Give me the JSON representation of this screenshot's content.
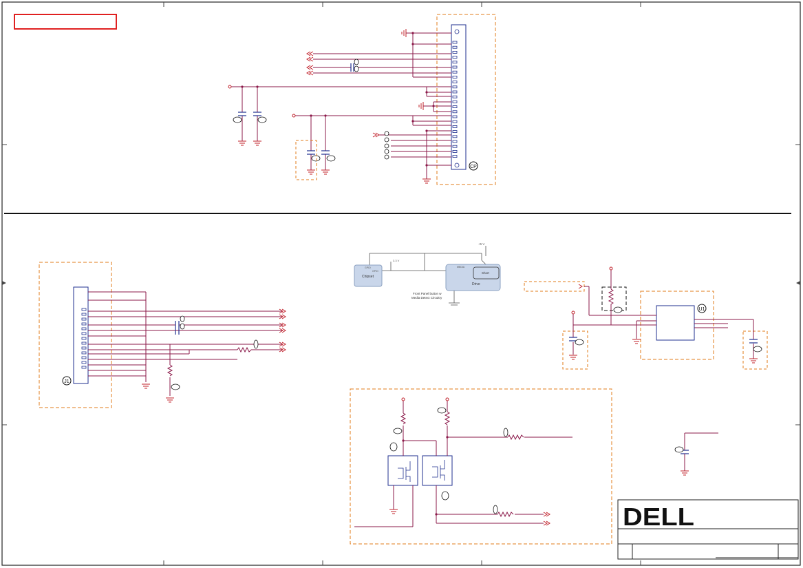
{
  "inset": {
    "chipset": "Chipset",
    "drive": "Drive",
    "short": "Short",
    "gpio_top": "GPIO",
    "gpio_side": "GPIO",
    "media": "MEDIA",
    "v33": "3.3 V",
    "v5": "+5 V",
    "caption_line1": "Front Panel button w",
    "caption_line2": "Media Detect Circuitry"
  },
  "title_block": {
    "logo": "DELL"
  },
  "colors": {
    "net_wire": "#8b1a4a",
    "component": "#1f2f8f",
    "group_box": "#e07b1a",
    "title_marker": "#e02020",
    "inset_fill": "#c9d6ea",
    "ground": "#c0202a"
  }
}
